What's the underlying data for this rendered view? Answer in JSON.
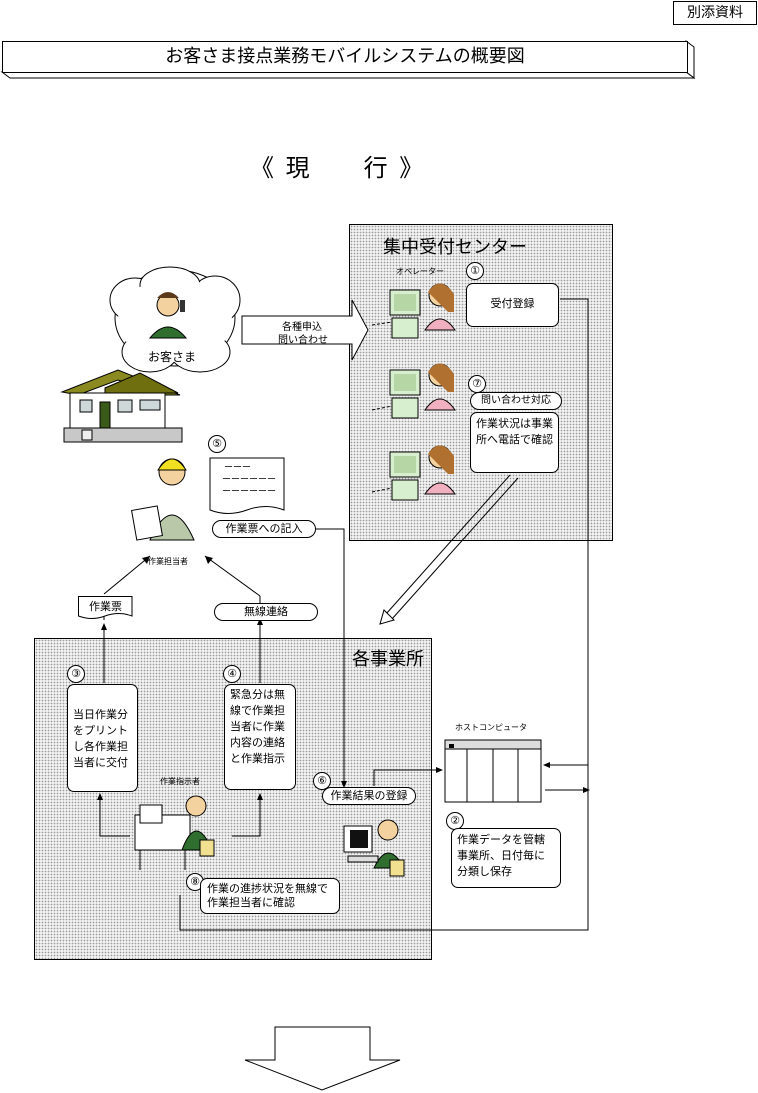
{
  "tag_label": "別添資料",
  "title": "お客さま接点業務モバイルシステムの概要図",
  "section_heading": "《 現　　行 》",
  "center": {
    "title": "集中受付センター",
    "operator_label": "オペレーター"
  },
  "office": {
    "title": "各事業所"
  },
  "customer_label": "お客さま",
  "arrow_label": [
    "各種申込",
    "問い合わせ"
  ],
  "numbers": [
    "①",
    "②",
    "③",
    "④",
    "⑤",
    "⑥",
    "⑦",
    "⑧"
  ],
  "boxes": {
    "reception": "受付登録",
    "inquiry_header": "問い合わせ対応",
    "inquiry_body": "作業状況は事業所へ電話で確認",
    "print": "当日作業分をプリントし各作業担当者に交付",
    "urgent": "緊急分は無線で作業担当者に作業内容の連絡と作業指示",
    "host_data": "作業データを管轄事業所、日付毎に分類し保存",
    "confirm": "作業の進捗状況を無線で作業担当者に確認"
  },
  "pills": {
    "work_record": "作業票への記入",
    "result_entry": "作業結果の登録",
    "radio": "無線連絡",
    "work_slip": "作業票"
  },
  "people": {
    "worker": "作業担当者",
    "instructor": "作業指示者"
  },
  "host_label": "ホストコンピュータ",
  "slip_lines": [
    "ーーー",
    "ーーーーーー",
    "ーーーーーー"
  ]
}
